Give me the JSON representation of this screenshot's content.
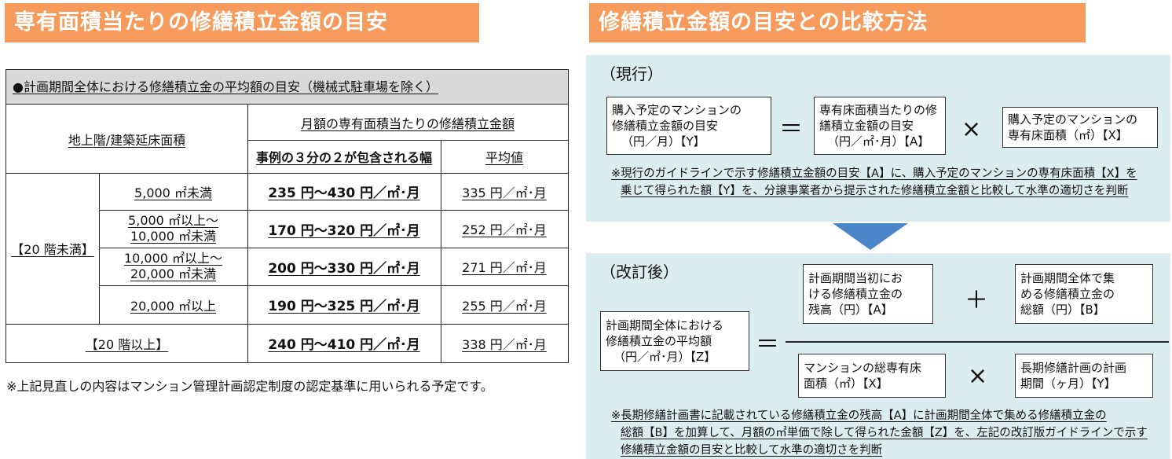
{
  "left": {
    "banner": "専有面積当たりの修繕積立金額の目安",
    "table": {
      "header": "●計画期間全体における修繕積立金の平均額の目安（機械式駐車場を除く）",
      "col_floor_area": "地上階/建築延床面積",
      "col_monthly": "月額の専有面積当たりの修繕積立金額",
      "col_range": "事例の３分の２が包含される幅",
      "col_avg": "平均値",
      "group_under20": "【20 階未満】",
      "group_over20": "【20 階以上】",
      "rows": [
        {
          "area": "5,000 ㎡未満",
          "area2": "",
          "range": "235 円～430 円／㎡･月",
          "avg": "335 円／㎡･月"
        },
        {
          "area": "5,000 ㎡以上～",
          "area2": "10,000 ㎡未満",
          "range": "170 円～320 円／㎡･月",
          "avg": "252 円／㎡･月"
        },
        {
          "area": "10,000 ㎡以上～",
          "area2": "20,000 ㎡未満",
          "range": "200 円～330 円／㎡･月",
          "avg": "271 円／㎡･月"
        },
        {
          "area": "20,000 ㎡以上",
          "area2": "",
          "range": "190 円～325 円／㎡･月",
          "avg": "255 円／㎡･月"
        }
      ],
      "over20": {
        "range": "240 円～410 円／㎡･月",
        "avg": "338 円／㎡･月"
      }
    },
    "footnote": "※上記見直しの内容はマンション管理計画認定制度の認定基準に用いられる予定です。"
  },
  "right": {
    "banner": "修繕積立金額の目安との比較方法",
    "current": {
      "title": "（現行）",
      "box1": [
        "購入予定のマンションの",
        "修繕積立金額の目安",
        "（円／月）【Y】"
      ],
      "eq": "＝",
      "box2": [
        "専有床面積当たりの修",
        "繕積立金額の目安",
        "（円／㎡･月）【A】"
      ],
      "times": "×",
      "box3": [
        "購入予定のマンションの",
        "専有床面積（㎡）【X】"
      ],
      "note": [
        "※現行のガイドラインで示す修繕積立金額の目安【A】に、購入予定のマンションの専有床面積【X】を",
        "乗じて得られた額【Y】を、分譲事業者から提示された修繕積立金額と比較して水準の適切さを判断"
      ]
    },
    "revised": {
      "title": "（改訂後）",
      "box_left": [
        "計画期間全体における",
        "修繕積立金の平均額",
        "（円／㎡･月）【Z】"
      ],
      "eq": "＝",
      "box_a": [
        "計画期間当初にお",
        "ける修繕積立金の",
        "残高（円）【A】"
      ],
      "plus": "＋",
      "box_b": [
        "計画期間全体で集",
        "める修繕積立金の",
        "総額（円）【B】"
      ],
      "box_x": [
        "マンションの総専有床",
        "面積（㎡）【X】"
      ],
      "times": "×",
      "box_y": [
        "長期修繕計画の計画",
        "期間（ヶ月）【Y】"
      ],
      "note": [
        "※長期修繕計画書に記載されている修繕積立金の残高【A】に計画期間全体で集める修繕積立金の",
        "総額【B】を加算して、月額の㎡単価で除して得られた金額【Z】を、左記の改訂版ガイドラインで示す",
        "修繕積立金額の目安と比較して水準の適切さを判断"
      ]
    }
  },
  "colors": {
    "banner": "#f79b5c",
    "panel": "#dcedf0",
    "arrow": "#4a86c8",
    "table_header": "#d9d9d9"
  }
}
